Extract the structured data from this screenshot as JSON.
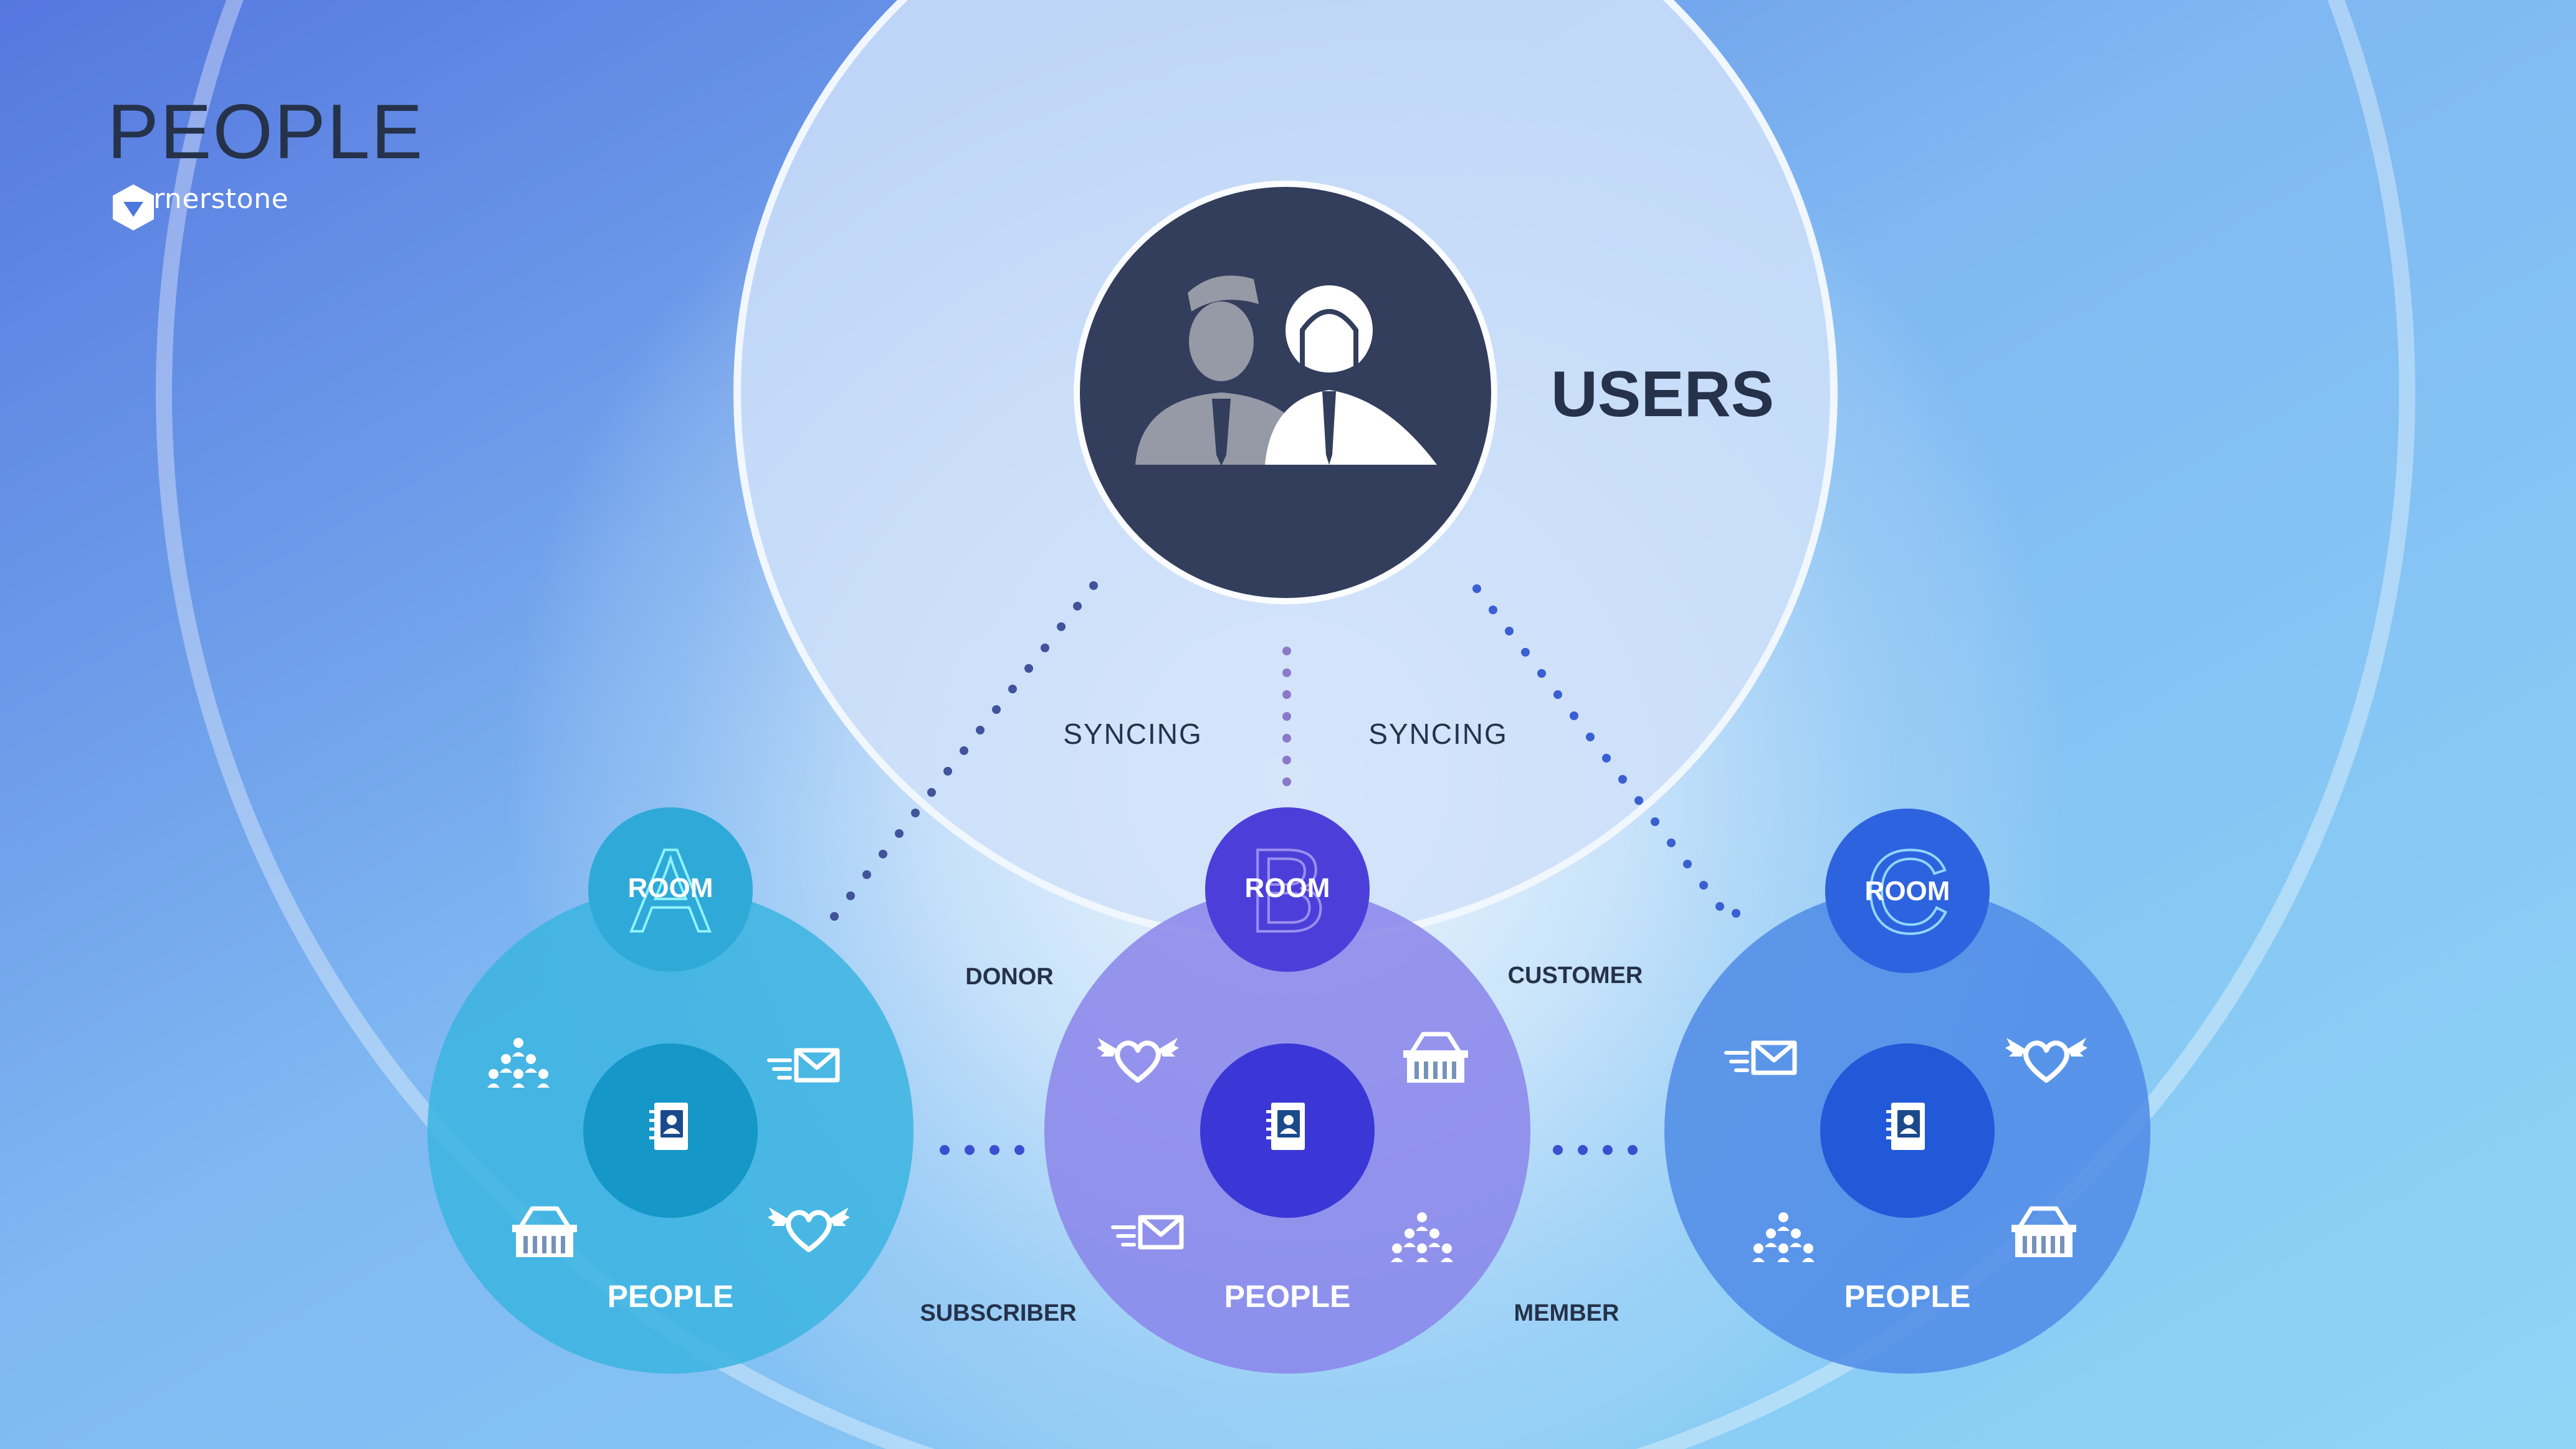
{
  "header": {
    "title": "PEOPLE",
    "logo_text": "cornerstone"
  },
  "users": {
    "label": "USERS",
    "icon": "users-group-icon"
  },
  "links": {
    "left": "SYNCING",
    "right": "SYNCING"
  },
  "relations": {
    "donor": "DONOR",
    "customer": "CUSTOMER",
    "subscriber": "SUBSCRIBER",
    "member": "MEMBER"
  },
  "rooms": [
    {
      "letter": "A",
      "room_label": "ROOM",
      "people_label": "PEOPLE"
    },
    {
      "letter": "B",
      "room_label": "ROOM",
      "people_label": "PEOPLE"
    },
    {
      "letter": "C",
      "room_label": "ROOM",
      "people_label": "PEOPLE"
    }
  ],
  "icons": {
    "contact": "contact-book-icon",
    "mail": "mail-send-icon",
    "heart": "winged-heart-icon",
    "basket": "basket-icon",
    "group": "people-group-icon"
  },
  "colors": {
    "users_circle": "#333d5c",
    "room_a": "#3bb4e0",
    "room_b": "#4c3fd9",
    "room_c": "#2d63de",
    "dots": "#41539a",
    "dots_middle": "#8b78c8",
    "text_dark": "#25324a"
  }
}
